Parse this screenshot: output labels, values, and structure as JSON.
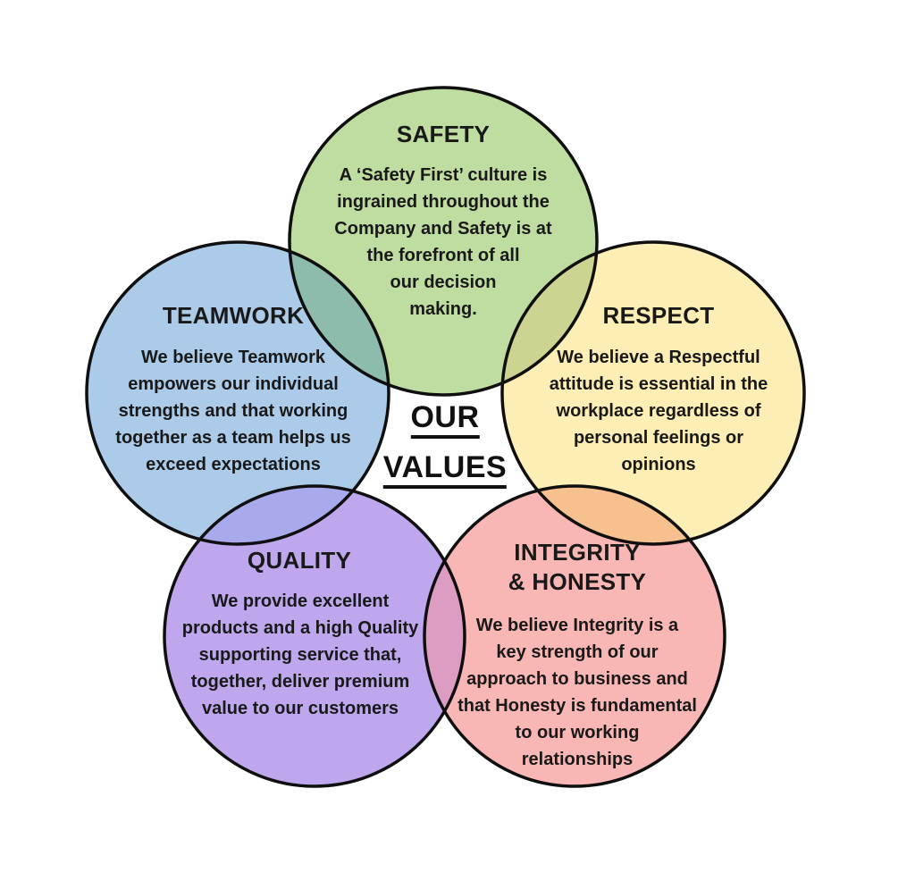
{
  "center": {
    "line1": "OUR",
    "line2": "VALUES"
  },
  "circles": [
    {
      "name": "safety",
      "label": "SAFETY",
      "body": "A ‘Safety First’ culture is\ningrained throughout the\nCompany and Safety is at\nthe forefront of all\nour decision\nmaking.",
      "color": "#bfdda1"
    },
    {
      "name": "teamwork",
      "label": "TEAMWORK",
      "body": "We believe Teamwork\nempowers our individual\nstrengths and that working\ntogether as a team helps us\nexceed expectations",
      "color": "#abcbe8"
    },
    {
      "name": "respect",
      "label": "RESPECT",
      "body": "We believe a Respectful\nattitude is essential in the\nworkplace regardless of\npersonal feelings or\nopinions",
      "color": "#fdeeb5"
    },
    {
      "name": "quality",
      "label": "QUALITY",
      "body": "We provide excellent\nproducts and a high Quality\nsupporting service that,\ntogether, deliver premium\nvalue to our customers",
      "color": "#bfa7ee"
    },
    {
      "name": "integrity_honesty",
      "label": "INTEGRITY\n& HONESTY",
      "body": "We believe Integrity is a\nkey strength of our\napproach to business and\nthat Honesty is fundamental\nto our working\nrelationships",
      "color": "#f8b7b4"
    }
  ],
  "overlaps": [
    {
      "pair": "safety-teamwork",
      "color": "#8dbcad"
    },
    {
      "pair": "safety-respect",
      "color": "#cdd492"
    },
    {
      "pair": "respect-integrity_honesty",
      "color": "#f7c08f"
    },
    {
      "pair": "quality-integrity_honesty",
      "color": "#dd9cc2"
    },
    {
      "pair": "teamwork-quality",
      "color": "#a8aaec"
    }
  ],
  "outline_color": "#0f0f0f",
  "text_color": "#191919"
}
